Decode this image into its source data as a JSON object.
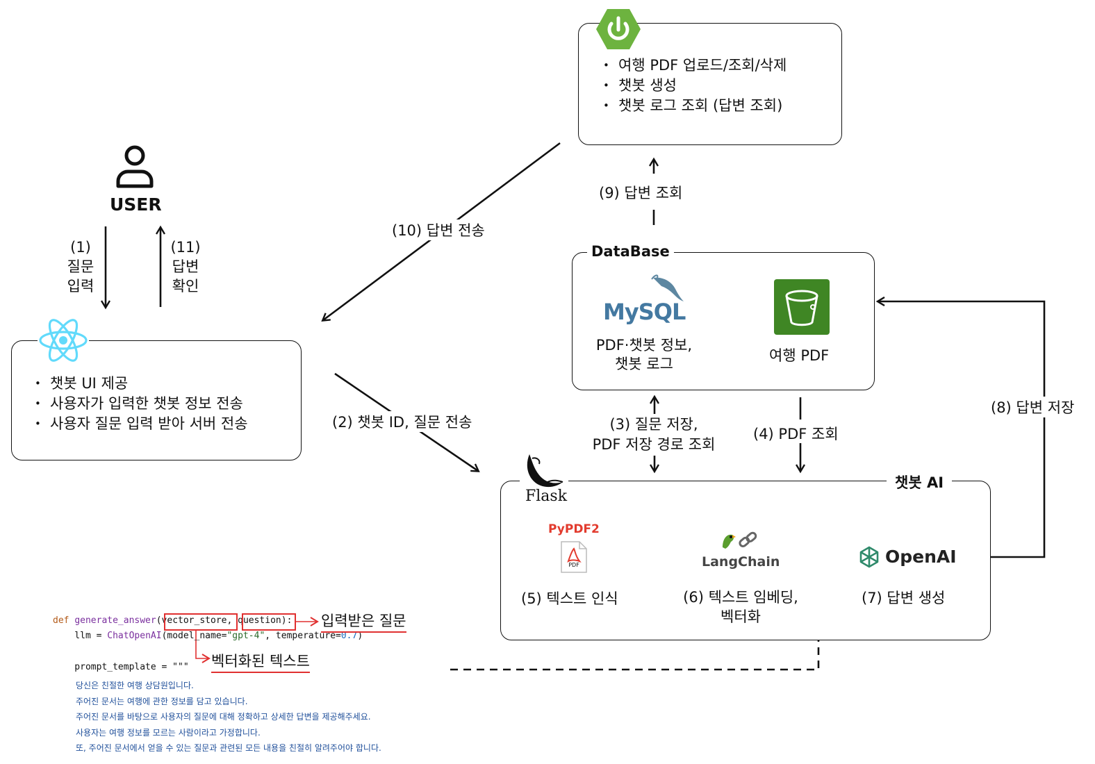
{
  "spring_box": {
    "icon": "power-icon",
    "items": [
      "여행 PDF 업로드/조회/삭제",
      "챗봇 생성",
      "챗봇 로그 조회 (답변 조회)"
    ],
    "accent": "#6db33f"
  },
  "user": {
    "icon": "user-icon",
    "label": "USER"
  },
  "react_box": {
    "icon": "react-atom-icon",
    "items": [
      "챗봇 UI 제공",
      "사용자가 입력한 챗봇 정보 전송",
      "사용자 질문 입력 받아 서버 전송"
    ],
    "accent": "#61dafb"
  },
  "database_box": {
    "title": "DataBase",
    "mysql": {
      "logo": "MySQL",
      "caption_1": "PDF·챗봇 정보,",
      "caption_2": "챗봇 로그"
    },
    "bucket": {
      "icon": "s3-bucket-icon",
      "caption": "여행 PDF",
      "color": "#3f8624"
    }
  },
  "chatbot_box": {
    "title": "챗봇 AI",
    "flask": {
      "label": "Flask"
    },
    "pypdf": {
      "logo": "PyPDF2",
      "doc_label": "PDF",
      "caption": "(5) 텍스트 인식",
      "color": "#e23b2e"
    },
    "langchain": {
      "logo": "LangChain",
      "caption_1": "(6) 텍스트 임베딩,",
      "caption_2": "벡터화"
    },
    "openai": {
      "logo": "OpenAI",
      "caption": "(7) 답변 생성"
    }
  },
  "arrows": {
    "step1_a": "(1)",
    "step1_b": "질문",
    "step1_c": "입력",
    "step11_a": "(11)",
    "step11_b": "답변",
    "step11_c": "확인",
    "step2": "(2) 챗봇 ID, 질문 전송",
    "step3_a": "(3) 질문 저장,",
    "step3_b": "PDF 저장 경로 조회",
    "step4": "(4) PDF 조회",
    "step8": "(8) 답변 저장",
    "step9": "(9) 답변 조회",
    "step10": "(10) 답변 전송"
  },
  "code": {
    "line1_def": "def ",
    "line1_fn": "generate_answer",
    "line1_open": "(",
    "line1_arg1": "vector_store",
    "line1_comma": ", ",
    "line1_arg2": "question",
    "line1_close": "):",
    "line2_pre": "    llm = ",
    "line2_cls": "ChatOpenAI",
    "line2_a": "(model_name=",
    "line2_str": "\"gpt-4\"",
    "line2_b": ", temperature=",
    "line2_num": "0.7",
    "line2_c": ")",
    "line3": "    prompt_template = \"\"\"",
    "prompt_lines": [
      "당신은 친절한 여행 상담원입니다.",
      "주어진 문서는 여행에 관한 정보를 담고 있습니다.",
      "주어진 문서를 바탕으로 사용자의 질문에 대해 정확하고 상세한 답변을 제공해주세요.",
      "사용자는 여행 정보를 모르는 사람이라고 가정합니다.",
      "또, 주어진 문서에서 얻을 수 있는 질문과 관련된 모든 내용을 친절히 알려주어야 합니다."
    ],
    "annot_question": "입력받은 질문",
    "annot_vector": "벡터화된 텍스트"
  }
}
